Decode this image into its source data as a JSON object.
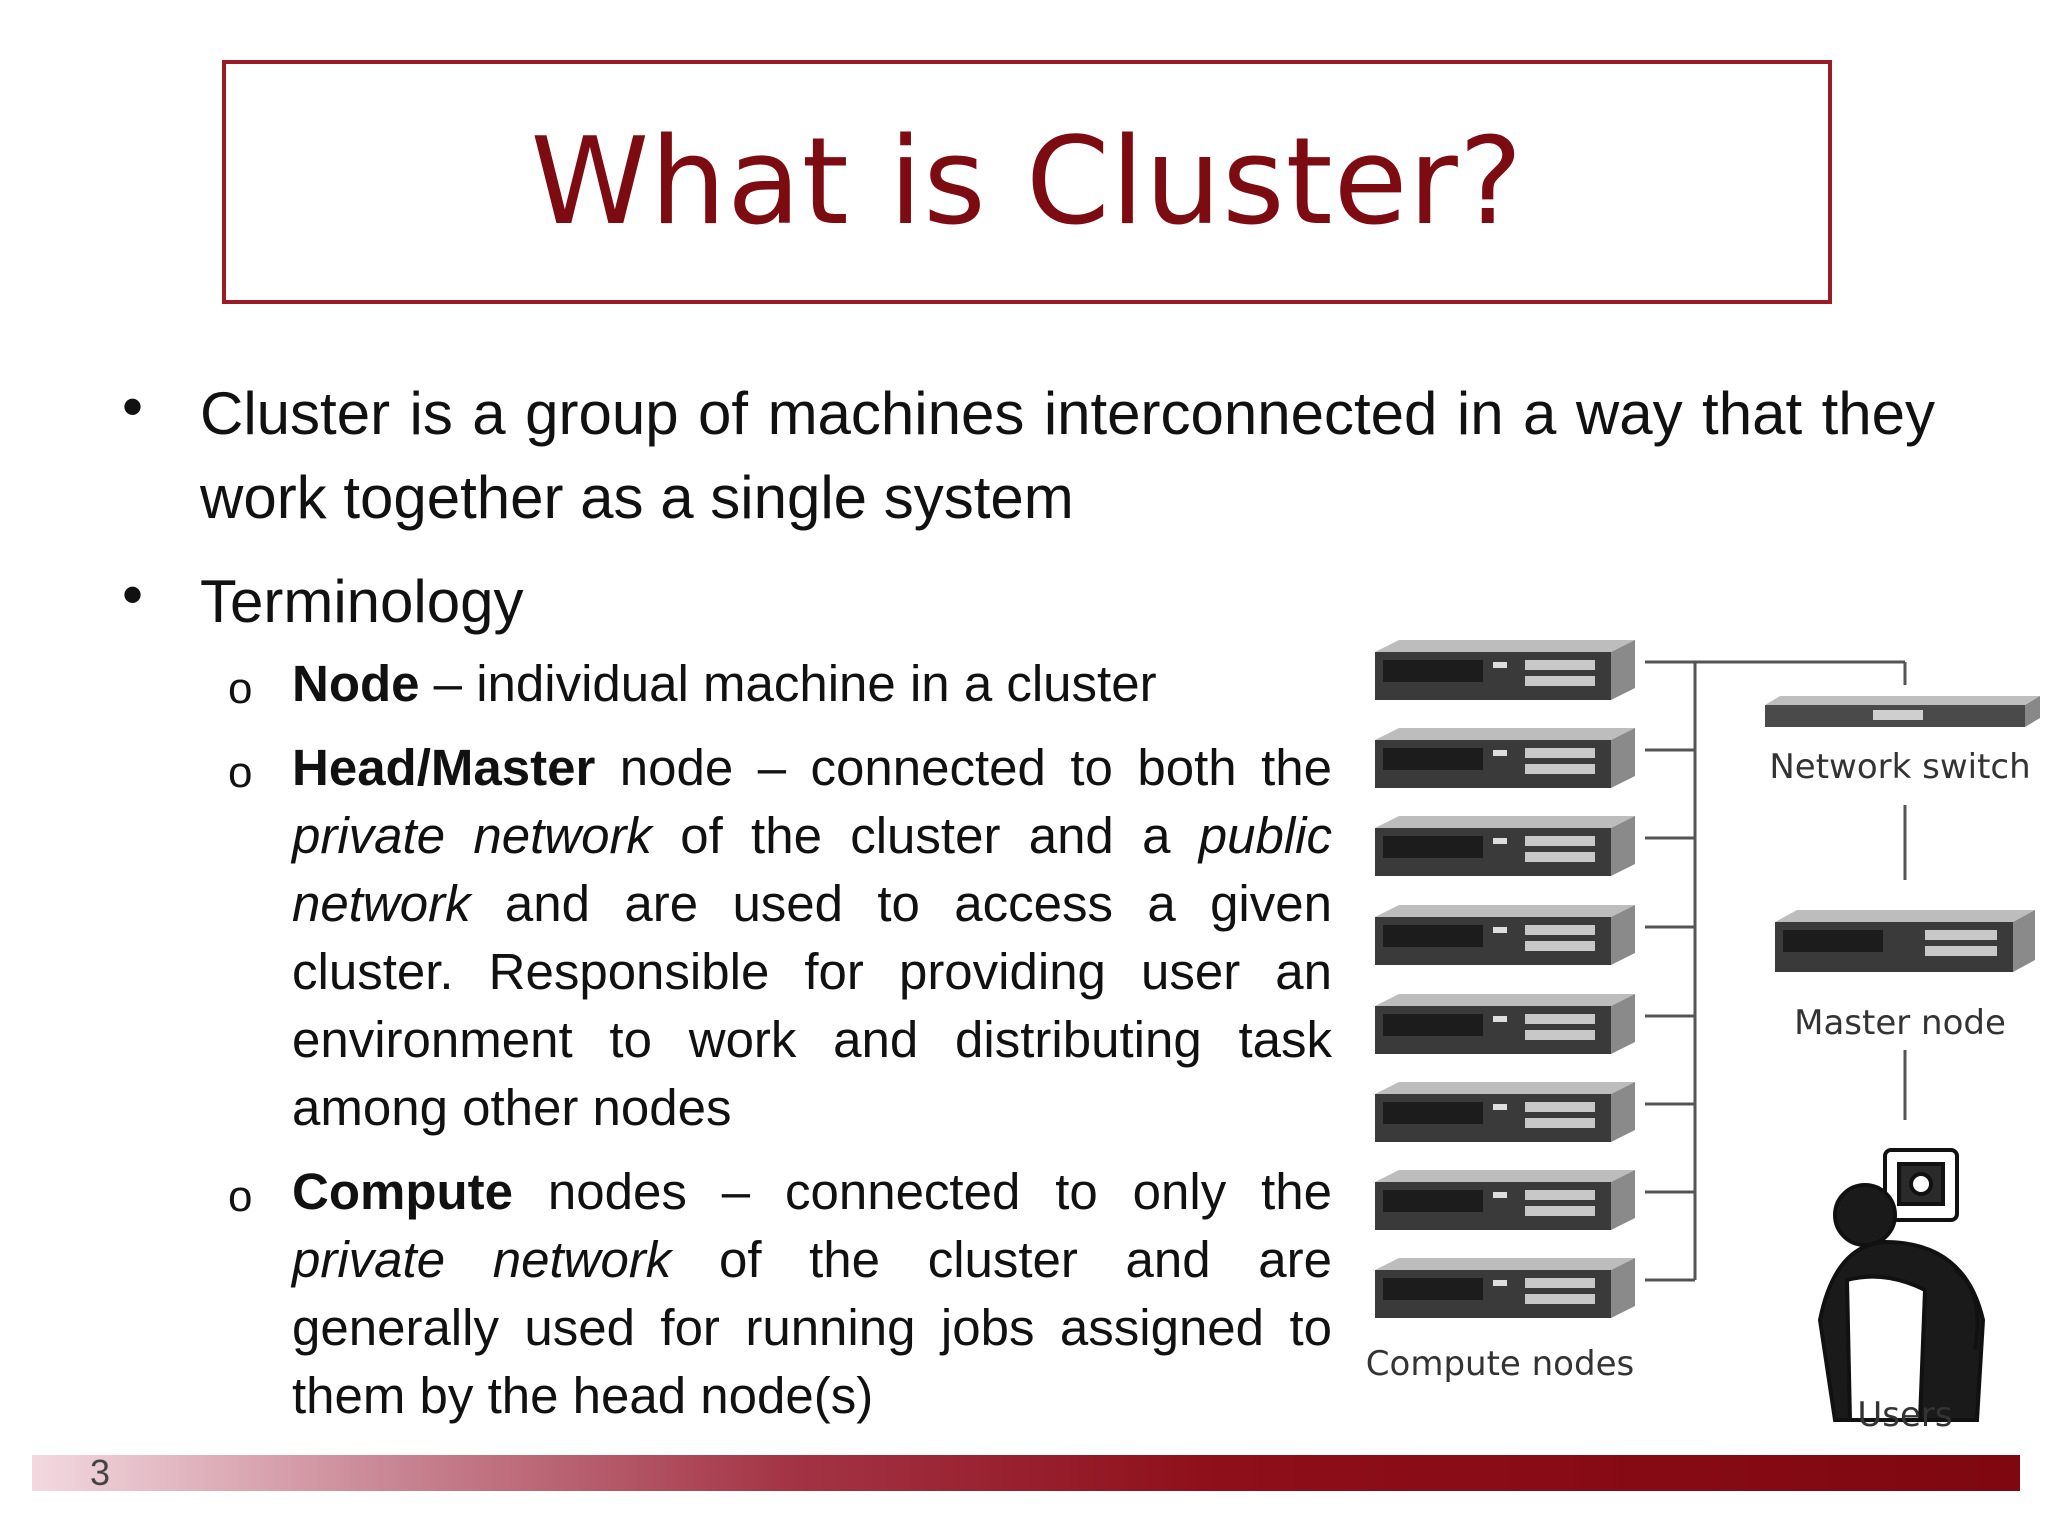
{
  "title": "What is Cluster?",
  "bullets": {
    "b1": "Cluster is a group of machines interconnected in a way that they work together as a single system",
    "b2": "Terminology"
  },
  "terms": {
    "node_bold": "Node",
    "node_rest": " – individual machine in a cluster",
    "head_bold": "Head/Master",
    "head_t1": " node –  connected to both the ",
    "head_i1": "private network",
    "head_t2": " of the cluster and a ",
    "head_i2": "public network",
    "head_t3": " and are used to access a given cluster. Responsible for providing user an environment to work and distributing task among other nodes",
    "compute_bold": "Compute",
    "compute_t1": " nodes – connected to only the ",
    "compute_i1": "private network",
    "compute_t2": " of the cluster and are generally used for running jobs assigned to them by the head node(s)"
  },
  "figure": {
    "compute_label": "Compute nodes",
    "switch_label": "Network switch",
    "master_label": "Master node",
    "users_label": "Users"
  },
  "footer": {
    "slide_number": "3"
  }
}
